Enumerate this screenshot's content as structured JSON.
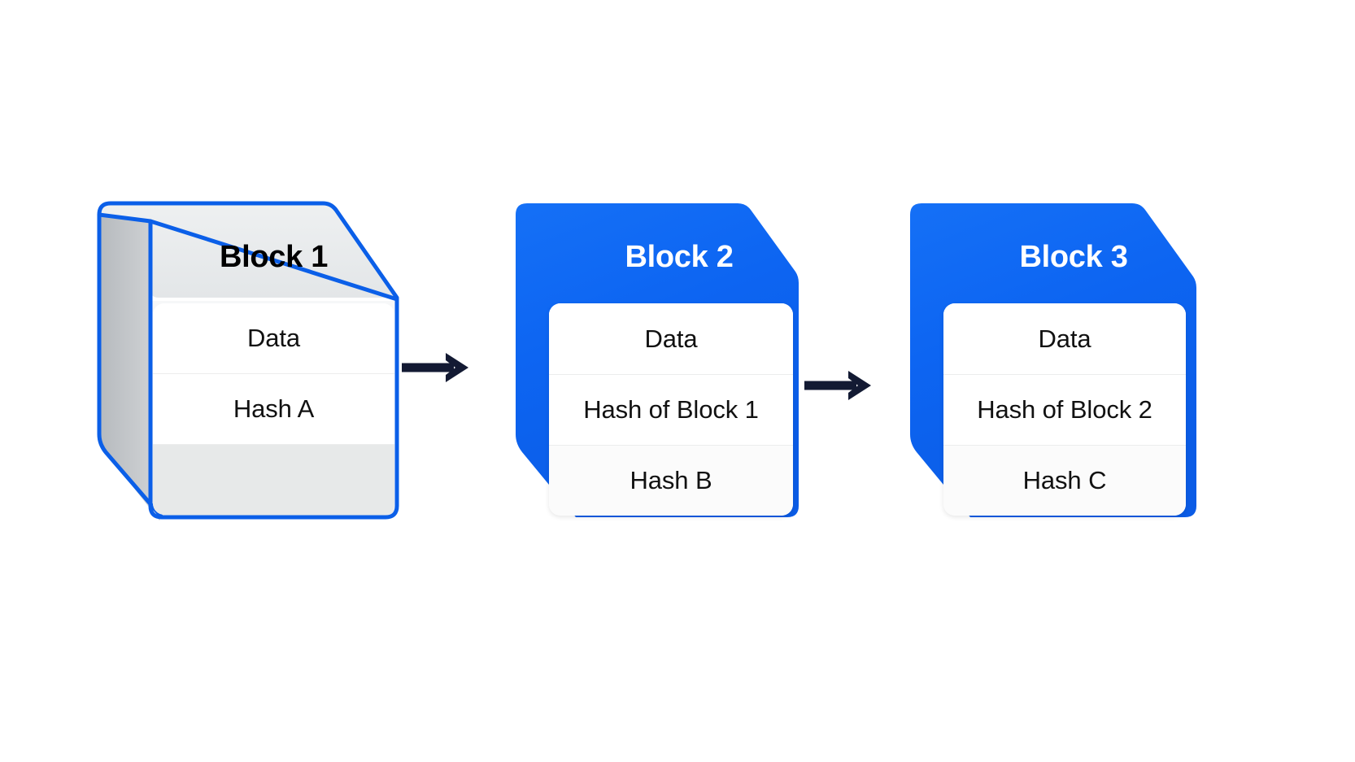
{
  "diagram": {
    "title": "Blockchain block chain diagram",
    "background_color": "#ffffff",
    "accent_blue": "#0d65f2",
    "outline_blue": "#0b5fe8",
    "arrow_color": "#131a33",
    "cube_gray_light": "#eceef0",
    "cube_gray_side": "#bcc0c4"
  },
  "blocks": [
    {
      "id": "block-1",
      "title": "Block 1",
      "style": "outlined-gray",
      "title_color": "#000000",
      "rows": [
        {
          "label": "Data"
        },
        {
          "label": "Hash A"
        },
        {
          "label": ""
        }
      ]
    },
    {
      "id": "block-2",
      "title": "Block 2",
      "style": "solid-blue",
      "title_color": "#ffffff",
      "rows": [
        {
          "label": "Data"
        },
        {
          "label": "Hash of Block 1"
        },
        {
          "label": "Hash B"
        }
      ]
    },
    {
      "id": "block-3",
      "title": "Block 3",
      "style": "solid-blue",
      "title_color": "#ffffff",
      "rows": [
        {
          "label": "Data"
        },
        {
          "label": "Hash of Block 2"
        },
        {
          "label": "Hash C"
        }
      ]
    }
  ],
  "arrows": [
    {
      "id": "arrow-1",
      "from": "block-1",
      "to": "block-2"
    },
    {
      "id": "arrow-2",
      "from": "block-2",
      "to": "block-3"
    }
  ]
}
